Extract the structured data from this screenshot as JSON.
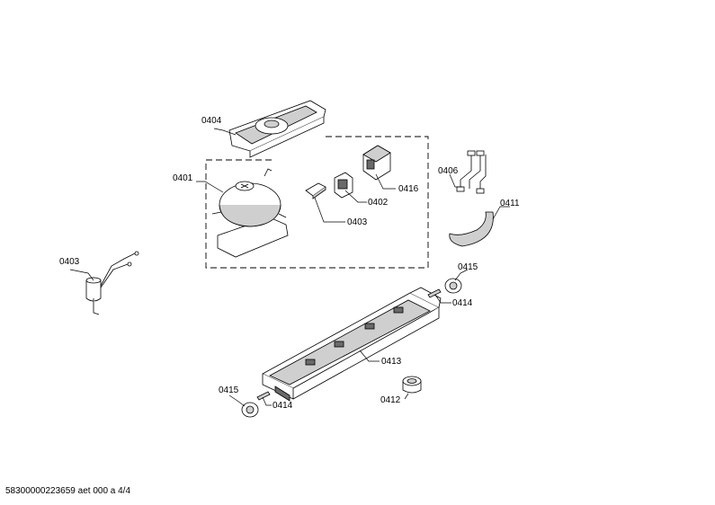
{
  "labels": {
    "l0404": "0404",
    "l0401": "0401",
    "l0416": "0416",
    "l0402": "0402",
    "l0403a": "0403",
    "l0406": "0406",
    "l0411": "0411",
    "l0403b": "0403",
    "l0415a": "0415",
    "l0414a": "0414",
    "l0413": "0413",
    "l0415b": "0415",
    "l0414b": "0414",
    "l0412": "0412"
  },
  "footer": "58300000223659 aet 000 a 4/4"
}
